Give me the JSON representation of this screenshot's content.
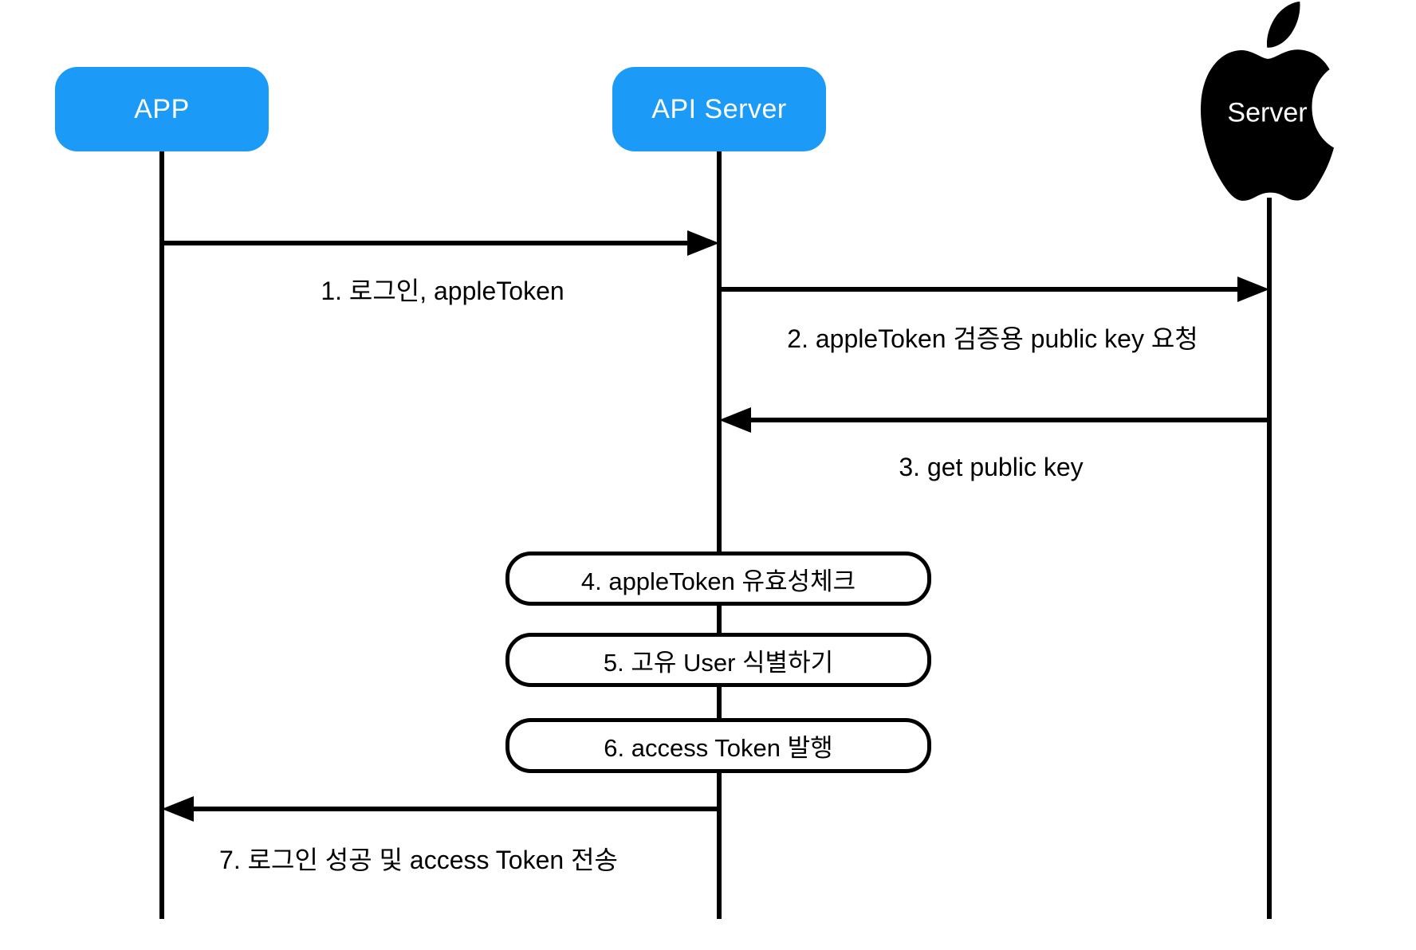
{
  "diagram": {
    "title": "Apple sign-in sequence diagram",
    "actors": {
      "app": {
        "label": "APP"
      },
      "api_server": {
        "label": "API Server"
      },
      "apple_server": {
        "label": "Server",
        "icon": "apple-logo-icon"
      }
    },
    "messages": {
      "m1": {
        "label": "1. 로그인, appleToken",
        "from": "APP",
        "to": "API Server"
      },
      "m2": {
        "label": "2. appleToken 검증용 public key 요청",
        "from": "API Server",
        "to": "Apple Server"
      },
      "m3": {
        "label": "3. get public key",
        "from": "Apple Server",
        "to": "API Server"
      },
      "m7": {
        "label": "7. 로그인 성공 및 access Token 전송",
        "from": "API Server",
        "to": "APP"
      }
    },
    "processes": {
      "p4": {
        "label": "4. appleToken 유효성체크"
      },
      "p5": {
        "label": "5. 고유 User 식별하기"
      },
      "p6": {
        "label": "6. access Token 발행"
      }
    },
    "colors": {
      "actor_fill": "#1b9af7",
      "actor_text": "#ffffff",
      "line": "#000000",
      "process_fill": "#ffffff",
      "apple_logo": "#000000",
      "background": "#ffffff"
    }
  }
}
